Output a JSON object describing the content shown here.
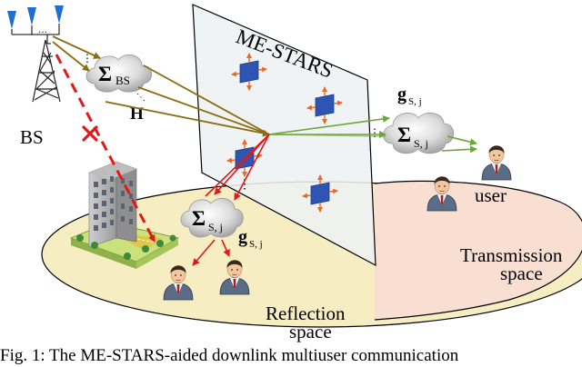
{
  "labels": {
    "surface": "ME-STARS",
    "bs": "BS",
    "channel_h": "H",
    "transmission": [
      "Transmission",
      "space"
    ],
    "reflection": [
      "Reflection",
      "space"
    ],
    "user": "user",
    "sigma_bs_sub": "BS",
    "sigma_sj_sub": "S, j",
    "g_sub": "S, j"
  },
  "caption": "Fig. 1: The ME-STARS-aided downlink multiuser communication",
  "colors": {
    "ellipse_fill": "#f6eec2",
    "trans_region": "#f8dfd2",
    "surface_fill": "#eef1f3",
    "element": "#2e55b3",
    "arrow_brown": "#8a6d12",
    "arrow_green": "#6ea53b",
    "arrow_red": "#e01a1a",
    "blocked": "#e01a1a"
  },
  "icons": {
    "tower": "bs-tower-icon",
    "building": "building-icon",
    "cloud": "cloud-icon",
    "person": "user-icon",
    "blocked": "blocked-x-icon"
  }
}
